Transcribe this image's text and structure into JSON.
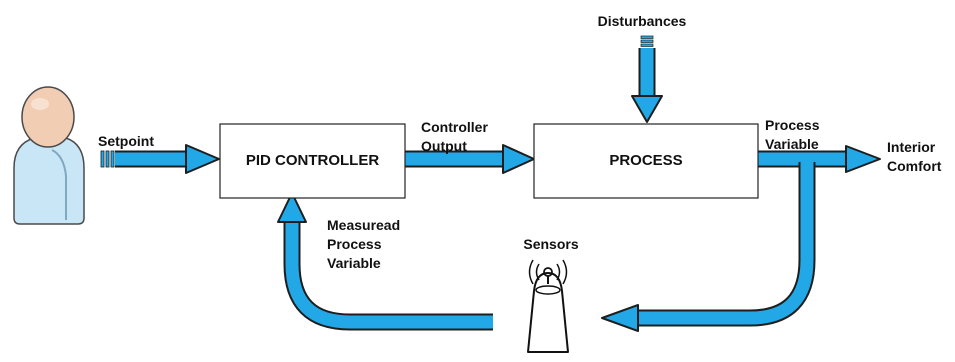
{
  "diagram": {
    "nodes": {
      "pid": {
        "label": "PID CONTROLLER"
      },
      "process": {
        "label": "PROCESS"
      }
    },
    "labels": {
      "setpoint": "Setpoint",
      "controller_output": [
        "Controller",
        "Output"
      ],
      "disturbances": "Disturbances",
      "process_variable": [
        "Process",
        "Variable"
      ],
      "interior_comfort": [
        "Interior",
        "Comfort"
      ],
      "measured_variable": [
        "Measuread",
        "Process",
        "Variable"
      ],
      "sensors": "Sensors"
    },
    "icons": [
      "user-icon",
      "sensor-antenna-icon"
    ],
    "colors": {
      "arrow": "#22a8e6",
      "outline": "#1e1e1e",
      "user_shirt": "#c9e6f7",
      "user_skin": "#f1cdb3"
    }
  }
}
